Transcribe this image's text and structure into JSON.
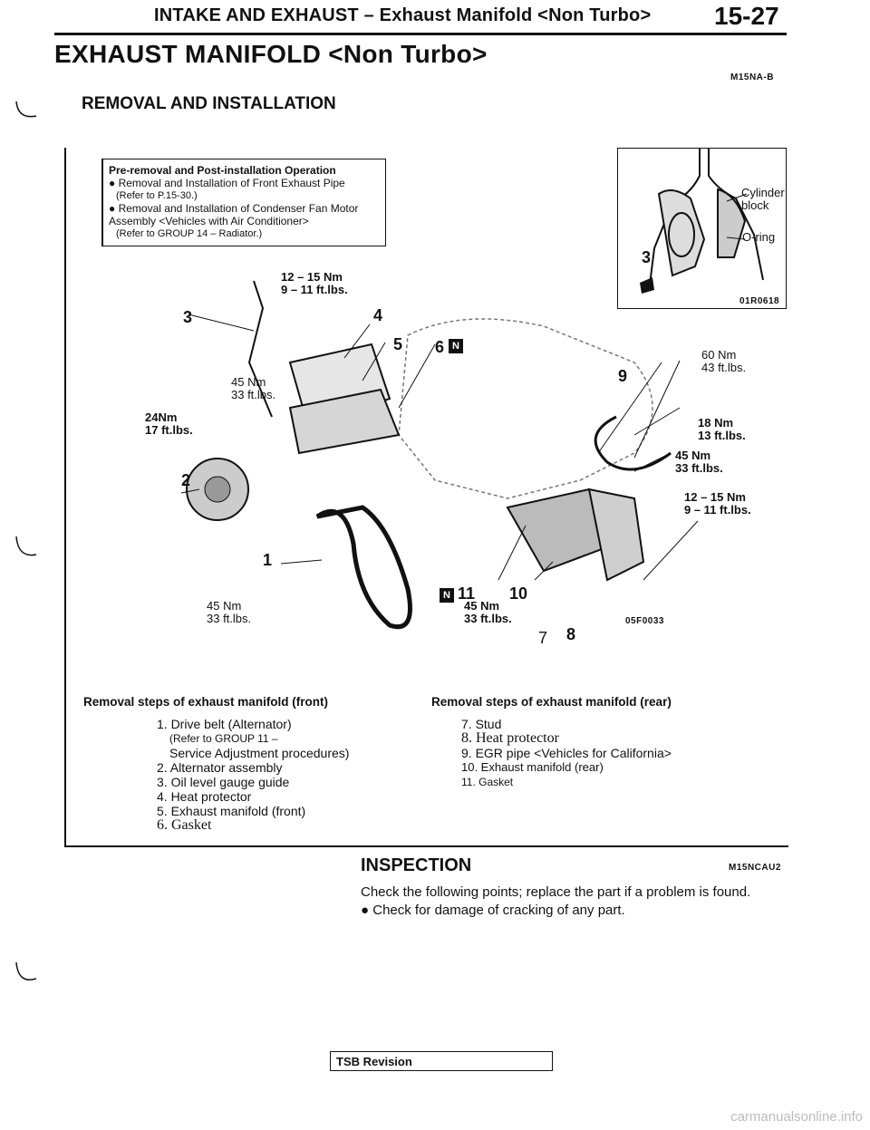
{
  "header": {
    "title": "INTAKE AND EXHAUST – Exhaust Manifold <Non Turbo>",
    "page_number": "15-27"
  },
  "section": {
    "title": "EXHAUST MANIFOLD <Non Turbo>",
    "code": "M15NA-B",
    "subtitle": "REMOVAL AND INSTALLATION"
  },
  "pre_removal": {
    "heading": "Pre-removal and Post-installation Operation",
    "item1": "Removal and Installation of Front Exhaust Pipe",
    "item1_ref": "(Refer to P.15-30.)",
    "item2": "Removal and Installation of Condenser Fan Motor Assembly <Vehicles with Air Conditioner>",
    "item2_ref": "(Refer to GROUP 14 – Radiator.)"
  },
  "inset": {
    "label_cylinder_block": "Cylinder block",
    "label_oring": "O-ring",
    "callout": "3",
    "code": "01R0618"
  },
  "diagram": {
    "code": "05F0033",
    "callouts": [
      "1",
      "2",
      "3",
      "4",
      "5",
      "6",
      "7",
      "8",
      "9",
      "10",
      "11"
    ],
    "torques": {
      "t1a": "12 – 15 Nm",
      "t1b": "9 – 11 ft.lbs.",
      "t2a": "45 Nm",
      "t2b": "33 ft.lbs.",
      "t3a": "24Nm",
      "t3b": "17 ft.lbs.",
      "t4a": "45 Nm",
      "t4b": "33 ft.lbs.",
      "t5a": "60 Nm",
      "t5b": "43 ft.lbs.",
      "t6a": "18 Nm",
      "t6b": "13 ft.lbs.",
      "t7a": "45 Nm",
      "t7b": "33 ft.lbs.",
      "t8a": "12 – 15 Nm",
      "t8b": "9 – 11 ft.lbs.",
      "t9a": "45 Nm",
      "t9b": "33 ft.lbs."
    }
  },
  "steps_front": {
    "heading": "Removal steps of exhaust manifold (front)",
    "s1": "1. Drive belt (Alternator)",
    "s1_ref1": "(Refer to GROUP 11 –",
    "s1_ref2": "Service Adjustment procedures)",
    "s2": "2. Alternator assembly",
    "s3": "3. Oil level gauge guide",
    "s4": "4. Heat protector",
    "s5": "5. Exhaust manifold (front)",
    "s6": "6. Gasket"
  },
  "steps_rear": {
    "heading": "Removal steps of exhaust manifold (rear)",
    "s7": "7. Stud",
    "s8": "8. Heat protector",
    "s9": "9. EGR pipe <Vehicles for California>",
    "s10": "10. Exhaust manifold (rear)",
    "s11": "11. Gasket"
  },
  "inspection": {
    "title": "INSPECTION",
    "code": "M15NCAU2",
    "text": "Check the following points; replace the part if a problem is found.",
    "bullet": "Check for damage of cracking of any part."
  },
  "footer": {
    "tsb": "TSB Revision",
    "watermark": "carmanualsonline.info"
  }
}
